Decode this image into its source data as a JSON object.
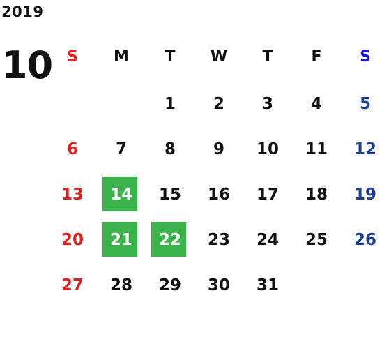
{
  "calendar": {
    "year": "2019",
    "month": "10",
    "weekdays": [
      "S",
      "M",
      "T",
      "W",
      "T",
      "F",
      "S"
    ],
    "weeks": [
      [
        "",
        "",
        "1",
        "2",
        "3",
        "4",
        "5"
      ],
      [
        "6",
        "7",
        "8",
        "9",
        "10",
        "11",
        "12"
      ],
      [
        "13",
        "14",
        "15",
        "16",
        "17",
        "18",
        "19"
      ],
      [
        "20",
        "21",
        "22",
        "23",
        "24",
        "25",
        "26"
      ],
      [
        "27",
        "28",
        "29",
        "30",
        "31",
        "",
        ""
      ]
    ],
    "highlighted_days": [
      "14",
      "21",
      "22"
    ]
  },
  "colors": {
    "text": "#111111",
    "sunday": "#e02020",
    "saturday_header": "#1a1ad6",
    "saturday": "#1e3f8f",
    "highlight": "#3cb34a",
    "highlight_text": "#ffffff"
  }
}
